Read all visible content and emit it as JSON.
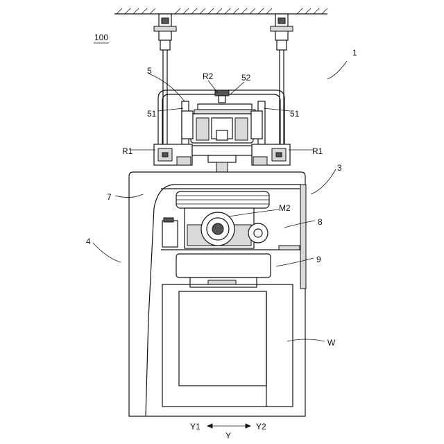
{
  "figure": {
    "reference_number": "100",
    "labels": {
      "l1": "1",
      "l3": "3",
      "l4": "4",
      "l5": "5",
      "l7": "7",
      "l8": "8",
      "l9": "9",
      "r2": "R2",
      "n52": "52",
      "n51_left": "51",
      "n51_right": "51",
      "r1_left": "R1",
      "r1_right": "R1",
      "m2": "M2",
      "w": "W",
      "y1": "Y1",
      "y2": "Y2",
      "y": "Y"
    }
  }
}
